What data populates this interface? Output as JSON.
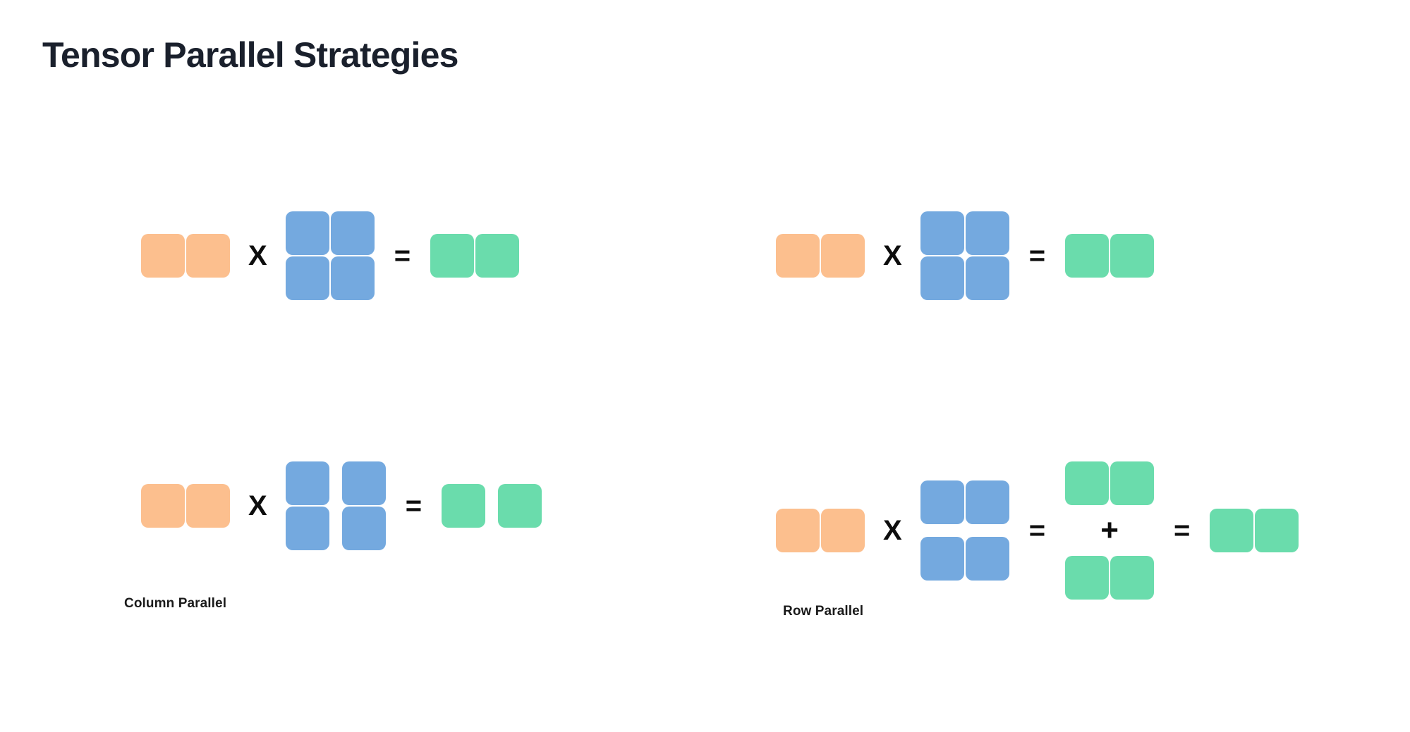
{
  "page": {
    "title": "Tensor Parallel Strategies",
    "background_color": "#ffffff",
    "title_color": "#1a202c"
  },
  "colors": {
    "input_activation_orange": "#fcbf8e",
    "weight_blue": "#74a9df",
    "output_green": "#6adcac",
    "operator_black": "#0d0d0d"
  },
  "operators": {
    "multiply": "X",
    "equals": "=",
    "plus": "+"
  },
  "diagrams": [
    {
      "id": "topleft",
      "name": "column-parallel-reference",
      "caption": "",
      "equation": "input (1x2) X weight (2x2) = output (1x2)",
      "operands": [
        {
          "role": "input",
          "color": "orange",
          "rows": 1,
          "cols": 2,
          "split": "none"
        },
        {
          "role": "weight",
          "color": "blue",
          "rows": 2,
          "cols": 2,
          "split": "none"
        },
        {
          "role": "output",
          "color": "green",
          "rows": 1,
          "cols": 2,
          "split": "none"
        }
      ]
    },
    {
      "id": "topright",
      "name": "row-parallel-reference",
      "caption": "",
      "equation": "input (1x2) X weight (2x2) = output (1x2)",
      "operands": [
        {
          "role": "input",
          "color": "orange",
          "rows": 1,
          "cols": 2,
          "split": "none"
        },
        {
          "role": "weight",
          "color": "blue",
          "rows": 2,
          "cols": 2,
          "split": "none"
        },
        {
          "role": "output",
          "color": "green",
          "rows": 1,
          "cols": 2,
          "split": "none"
        }
      ]
    },
    {
      "id": "bottomleft",
      "name": "column-parallel",
      "caption": "Column Parallel",
      "equation": "input (1x2) X weight split by columns = output split by columns",
      "operands": [
        {
          "role": "input",
          "color": "orange",
          "rows": 1,
          "cols": 2,
          "split": "none"
        },
        {
          "role": "weight",
          "color": "blue",
          "rows": 2,
          "cols": 2,
          "split": "columns"
        },
        {
          "role": "output",
          "color": "green",
          "rows": 1,
          "cols": 2,
          "split": "columns"
        }
      ]
    },
    {
      "id": "bottomright",
      "name": "row-parallel",
      "caption": "Row Parallel",
      "equation": "input (1x2) X weight split by rows = partial (1x2) + partial (1x2) = output (1x2)",
      "operands": [
        {
          "role": "input",
          "color": "orange",
          "rows": 1,
          "cols": 2,
          "split": "none"
        },
        {
          "role": "weight",
          "color": "blue",
          "rows": 2,
          "cols": 2,
          "split": "rows"
        },
        {
          "role": "partial-sum-1",
          "color": "green",
          "rows": 1,
          "cols": 2,
          "split": "none"
        },
        {
          "role": "partial-sum-2",
          "color": "green",
          "rows": 1,
          "cols": 2,
          "split": "none"
        },
        {
          "role": "output",
          "color": "green",
          "rows": 1,
          "cols": 2,
          "split": "none"
        }
      ]
    }
  ],
  "captions": {
    "column_parallel": "Column Parallel",
    "row_parallel": "Row Parallel"
  }
}
